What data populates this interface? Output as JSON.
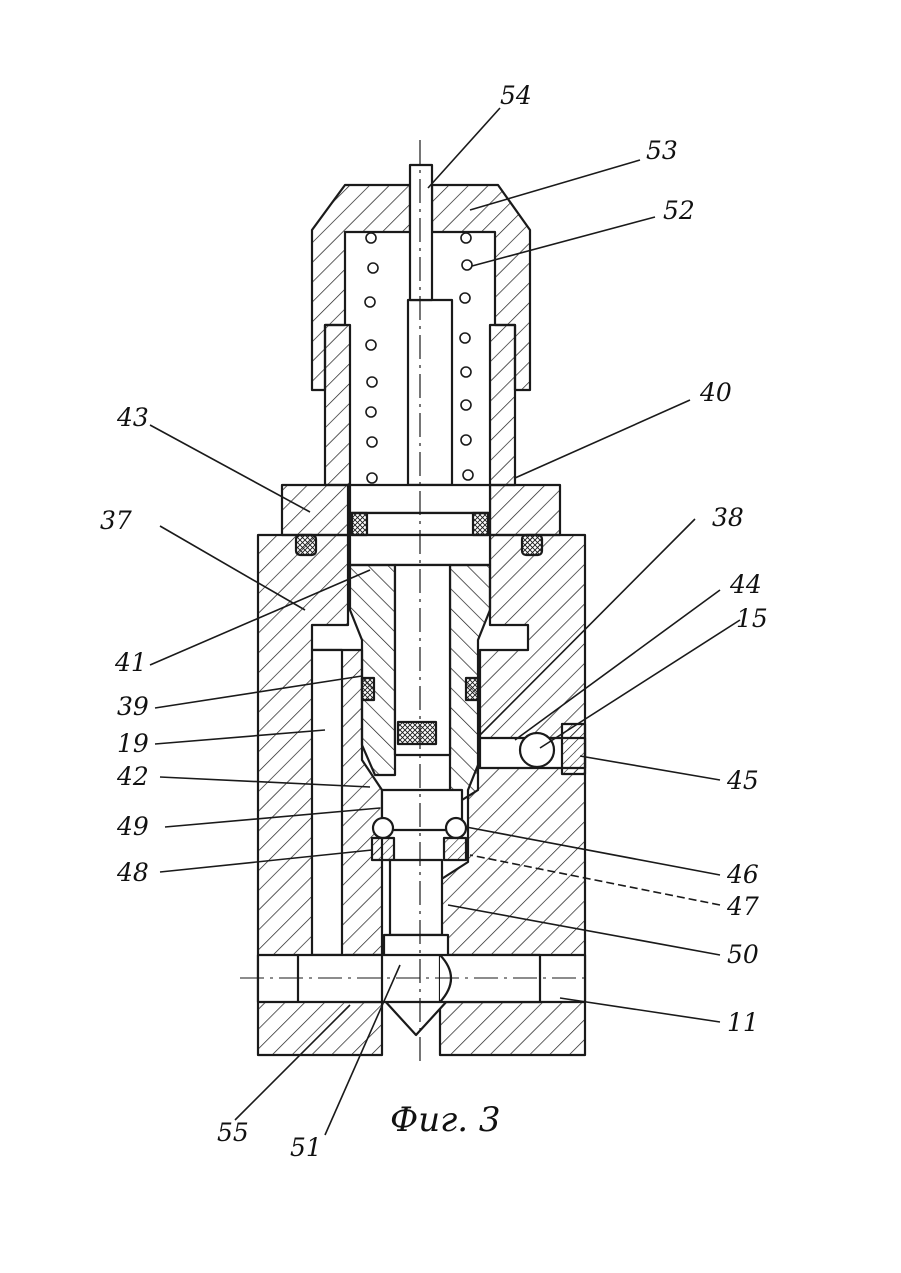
{
  "figure": {
    "caption": "Фиг. 3",
    "line_color": "#1a1a1a",
    "labels": {
      "l54": "54",
      "l53": "53",
      "l52": "52",
      "l40": "40",
      "l43": "43",
      "l37": "37",
      "l38": "38",
      "l44": "44",
      "l15": "15",
      "l41": "41",
      "l39": "39",
      "l19": "19",
      "l42": "42",
      "l45": "45",
      "l49": "49",
      "l46": "46",
      "l48": "48",
      "l47": "47",
      "l50": "50",
      "l11": "11",
      "l55": "55",
      "l51": "51"
    }
  }
}
